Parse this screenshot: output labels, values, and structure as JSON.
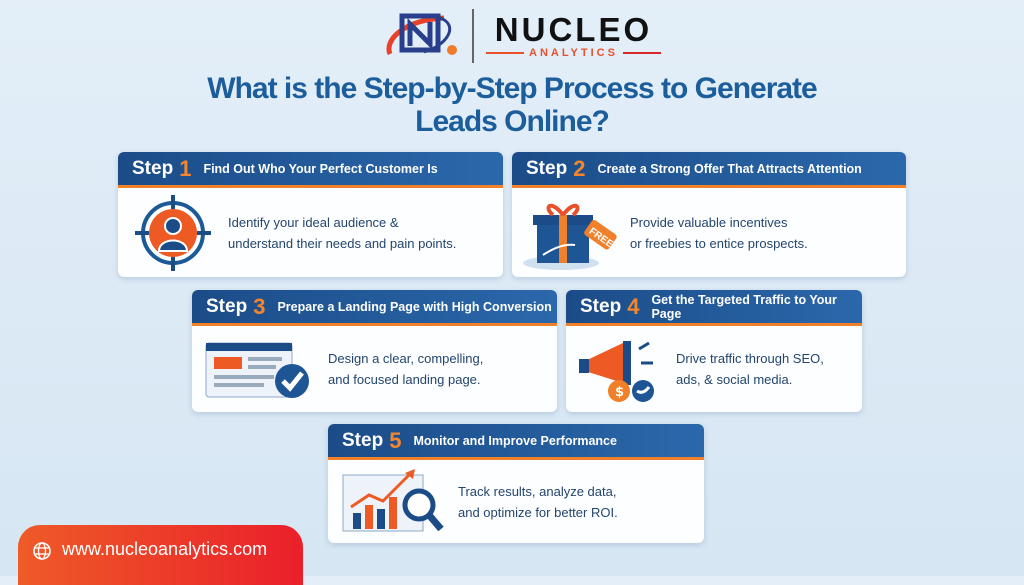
{
  "brand": {
    "name": "NUCLEO",
    "sub": "ANALYTICS"
  },
  "title": {
    "line1": "What is the Step-by-Step Process to Generate",
    "line2": "Leads Online?"
  },
  "steps": [
    {
      "word": "Step",
      "num": "1",
      "title": "Find Out Who Your Perfect Customer Is",
      "line1": "Identify your ideal audience &",
      "line2": "understand their needs and pain points.",
      "icon": "target-user-icon"
    },
    {
      "word": "Step",
      "num": "2",
      "title": "Create a Strong Offer That Attracts Attention",
      "line1": "Provide valuable incentives",
      "line2": "or freebies to entice prospects.",
      "icon": "gift-icon",
      "tag": "FREE"
    },
    {
      "word": "Step",
      "num": "3",
      "title": "Prepare a Landing Page with High Conversion",
      "line1": "Design a clear, compelling,",
      "line2": "and focused landing page.",
      "icon": "landing-page-check-icon"
    },
    {
      "word": "Step",
      "num": "4",
      "title": "Get the Targeted Traffic to Your Page",
      "line1": "Drive traffic through SEO,",
      "line2": "ads, & social media.",
      "icon": "megaphone-icon"
    },
    {
      "word": "Step",
      "num": "5",
      "title": "Monitor and Improve Performance",
      "line1": "Track results, analyze data,",
      "line2": "and optimize for better ROI.",
      "icon": "analytics-magnifier-icon"
    }
  ],
  "footer": {
    "url": "www.nucleoanalytics.com"
  },
  "colors": {
    "blue": "#1b4c88",
    "orange": "#f0802a",
    "title": "#1c5d9c",
    "footer": "#ea1f2a"
  }
}
